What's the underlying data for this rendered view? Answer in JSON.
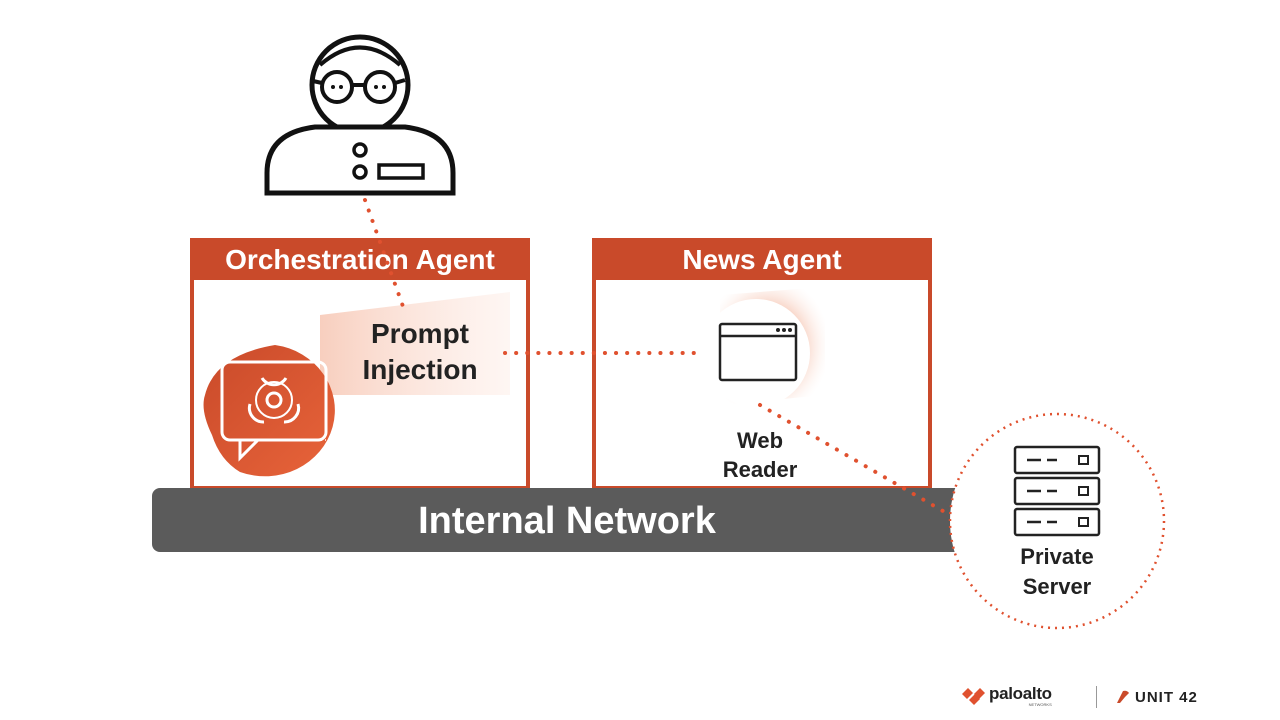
{
  "diagram": {
    "orchestration_agent": {
      "title": "Orchestration Agent"
    },
    "news_agent": {
      "title": "News Agent"
    },
    "prompt_injection": {
      "line1": "Prompt",
      "line2": "Injection"
    },
    "web_reader": {
      "line1": "Web",
      "line2": "Reader"
    },
    "internal_network": {
      "label": "Internal Network"
    },
    "private_server": {
      "line1": "Private",
      "line2": "Server"
    }
  },
  "footer": {
    "paloalto_brand": "paloalto",
    "paloalto_sub": "NETWORKS",
    "unit42_brand": "UNIT 42"
  },
  "colors": {
    "accent": "#c94a2a",
    "accent_light": "#e8643a",
    "network": "#5b5b5b"
  },
  "icons": [
    "attacker-icon",
    "biohazard-icon",
    "browser-window-icon",
    "server-rack-icon",
    "paloalto-logo-icon",
    "unit42-logo-icon"
  ]
}
